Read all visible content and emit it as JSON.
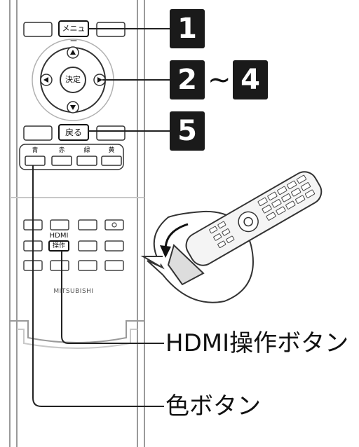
{
  "remote": {
    "menu_label": "メニュー",
    "enter_label": "決定",
    "back_label": "戻る",
    "color_buttons": [
      "青",
      "赤",
      "緑",
      "黄"
    ],
    "hdmi_label": "HDMI",
    "operate_label": "操作",
    "brand": "MITSUBISHI"
  },
  "callouts": {
    "step1": "1",
    "step2": "2",
    "tilde": "~",
    "step4": "4",
    "step5": "5",
    "hdmi_button": "HDMI操作ボタン",
    "color_button": "色ボタン"
  },
  "colors": {
    "line": "#222222",
    "body_edge": "#9a9a9a",
    "tag_bg": "#1a1a1a"
  }
}
